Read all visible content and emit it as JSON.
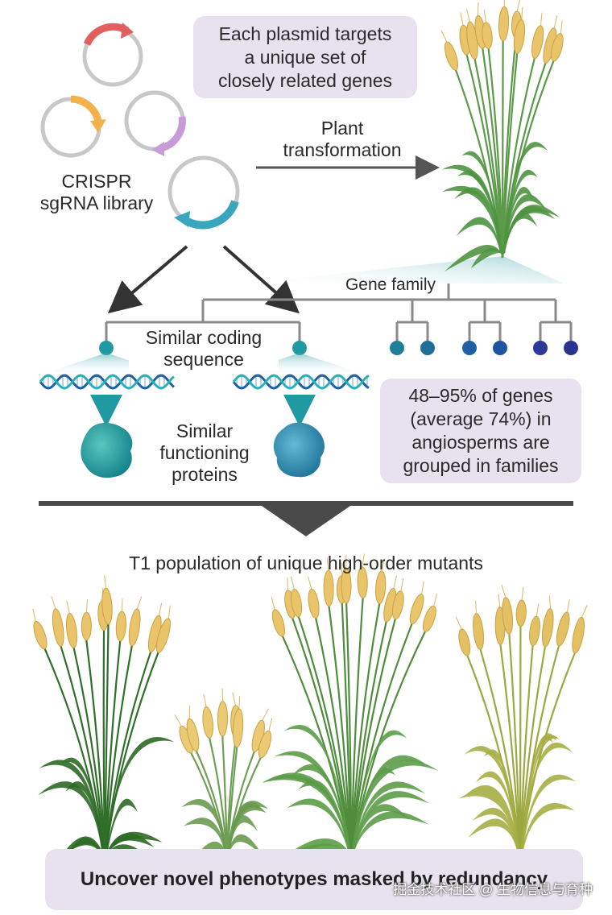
{
  "texts": {
    "plasmid_box": "Each plasmid targets\na unique set of\nclosely related genes",
    "crispr": "CRISPR\nsgRNA library",
    "transformation": "Plant\ntransformation",
    "gene_family": "Gene family",
    "similar_coding": "Similar coding\nsequence",
    "similar_proteins": "Similar\nfunctioning\nproteins",
    "genes_box": "48–95% of genes\n(average 74%) in\nangiosperms are\ngrouped in families",
    "population": "T1 population of unique high-order mutants",
    "uncover": "Uncover novel phenotypes masked by redundancy",
    "watermark": "掘金技术社区 @ 生物信息与育种"
  },
  "colors": {
    "plasmid_red": "#e06060",
    "plasmid_orange": "#f2b14a",
    "plasmid_purple": "#c79ad8",
    "plasmid_teal": "#39a6bd",
    "box_fill": "#e8e2ee",
    "node_teal": "#1f9aa0",
    "node_blue": "#1f5fa6",
    "node_navy": "#2a3490",
    "wheat_gold": "#e9c46a",
    "stem_green": "#4d8a3a"
  }
}
